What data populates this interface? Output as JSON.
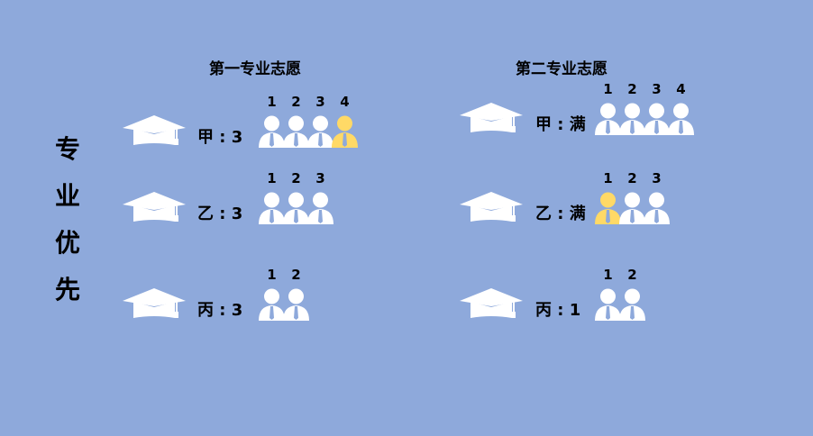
{
  "side_title": [
    "专",
    "业",
    "优",
    "先"
  ],
  "colors": {
    "background": "#8EA9DB",
    "person_default": "#FFFFFF",
    "person_highlight": "#FFD966",
    "tie": "#8EA9DB",
    "cap": "#FFFFFF"
  },
  "columns": [
    {
      "title": "第一专业志愿",
      "rows": [
        {
          "label": "甲 : 3",
          "people": [
            {
              "num": "1",
              "highlight": false
            },
            {
              "num": "2",
              "highlight": false
            },
            {
              "num": "3",
              "highlight": false
            },
            {
              "num": "4",
              "highlight": true
            }
          ]
        },
        {
          "label": "乙 : 3",
          "people": [
            {
              "num": "1",
              "highlight": false
            },
            {
              "num": "2",
              "highlight": false
            },
            {
              "num": "3",
              "highlight": false
            }
          ]
        },
        {
          "label": "丙 : 3",
          "people": [
            {
              "num": "1",
              "highlight": false
            },
            {
              "num": "2",
              "highlight": false
            }
          ]
        }
      ]
    },
    {
      "title": "第二专业志愿",
      "rows": [
        {
          "label": "甲 : 满",
          "people": [
            {
              "num": "1",
              "highlight": false
            },
            {
              "num": "2",
              "highlight": false
            },
            {
              "num": "3",
              "highlight": false
            },
            {
              "num": "4",
              "highlight": false
            }
          ]
        },
        {
          "label": "乙 : 满",
          "people": [
            {
              "num": "1",
              "highlight": true
            },
            {
              "num": "2",
              "highlight": false
            },
            {
              "num": "3",
              "highlight": false
            }
          ]
        },
        {
          "label": "丙 : 1",
          "people": [
            {
              "num": "1",
              "highlight": false
            },
            {
              "num": "2",
              "highlight": false
            }
          ]
        }
      ]
    }
  ]
}
